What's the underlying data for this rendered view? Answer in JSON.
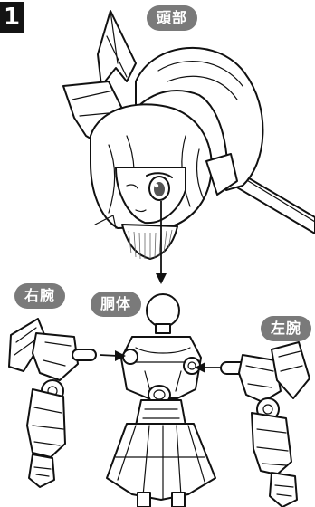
{
  "step": {
    "number": "1"
  },
  "labels": {
    "head": "頭部",
    "right_arm": "右腕",
    "torso": "胴体",
    "left_arm": "左腕"
  },
  "colors": {
    "label_bg": "#7a7a7a",
    "line": "#111111",
    "badge_bg": "#141414"
  }
}
